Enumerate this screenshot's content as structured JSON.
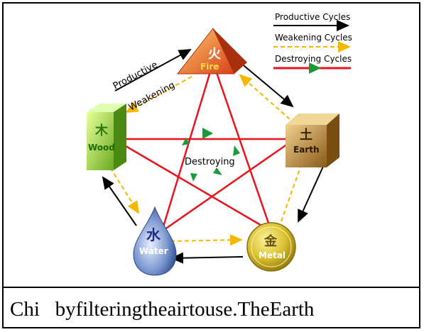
{
  "legend": {
    "productive": "Productive Cycles",
    "weakening": "Weakening Cycles",
    "destroying": "Destroying Cycles"
  },
  "elements": {
    "fire": {
      "glyph": "火",
      "label": "Fire"
    },
    "earth": {
      "glyph": "土",
      "label": "Earth"
    },
    "metal": {
      "glyph": "金",
      "label": "Metal"
    },
    "water": {
      "glyph": "水",
      "label": "Water"
    },
    "wood": {
      "glyph": "木",
      "label": "Wood"
    }
  },
  "cycle_labels": {
    "productive": "Productive",
    "weakening": "Weakening",
    "destroying": "Destroying"
  },
  "colors": {
    "productive": "#000000",
    "weakening": "#f5b800",
    "destroying": "#e8141c",
    "destroying_marker": "#1a9a3a",
    "fire": "#e0541a",
    "earth": "#b07a22",
    "metal": "#d8c030",
    "water": "#5a7ab8",
    "wood": "#8cc63c"
  },
  "caption": "Chi   byfilteringtheairtouse.TheEarth"
}
